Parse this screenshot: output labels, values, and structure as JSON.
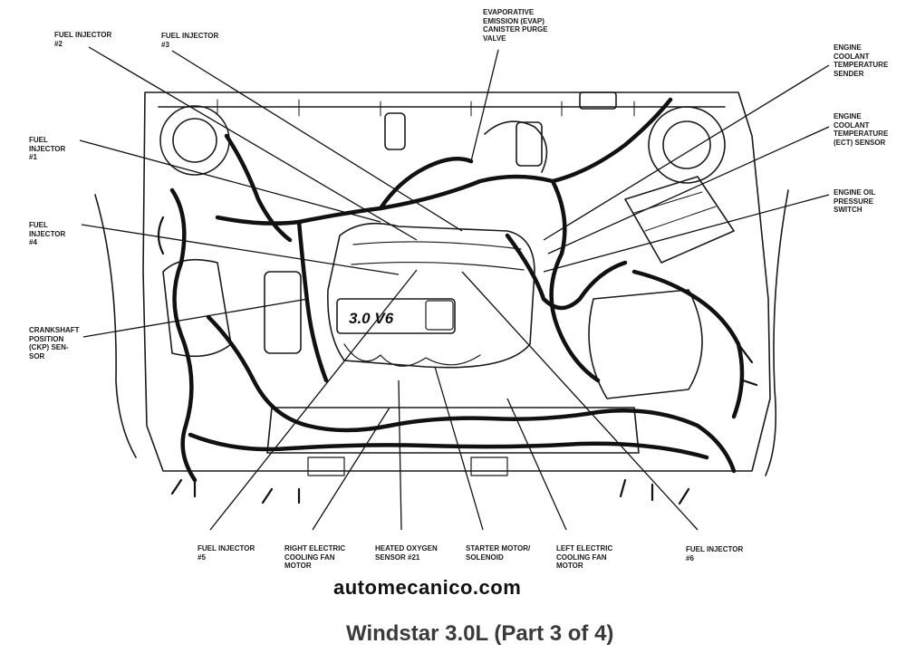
{
  "labels": {
    "fuel_injector_2": "FUEL INJECTOR\n#2",
    "fuel_injector_3": "FUEL INJECTOR\n#3",
    "evap_valve": "EVAPORATIVE\nEMISSION (EVAP)\nCANISTER PURGE\nVALVE",
    "ect_sender": "ENGINE\nCOOLANT\nTEMPERATURE\nSENDER",
    "ect_sensor": "ENGINE\nCOOLANT\nTEMPERATURE\n(ECT) SENSOR",
    "oil_pressure_switch": "ENGINE OIL\nPRESSURE\nSWITCH",
    "fuel_injector_1": "FUEL\nINJECTOR\n#1",
    "fuel_injector_4": "FUEL\nINJECTOR\n#4",
    "ckp_sensor": "CRANKSHAFT\nPOSITION\n(CKP) SEN-\nSOR",
    "fuel_injector_5": "FUEL INJECTOR\n#5",
    "right_fan_motor": "RIGHT ELECTRIC\nCOOLING FAN\nMOTOR",
    "oxygen_sensor": "HEATED OXYGEN\nSENSOR #21",
    "starter_motor": "STARTER MOTOR/\nSOLENOID",
    "left_fan_motor": "LEFT ELECTRIC\nCOOLING FAN\nMOTOR",
    "fuel_injector_6": "FUEL INJECTOR\n#6"
  },
  "engine_badge": "3.0 V6",
  "watermark": "automecanico.com",
  "caption": "Windstar 3.0L (Part 3 of 4)"
}
